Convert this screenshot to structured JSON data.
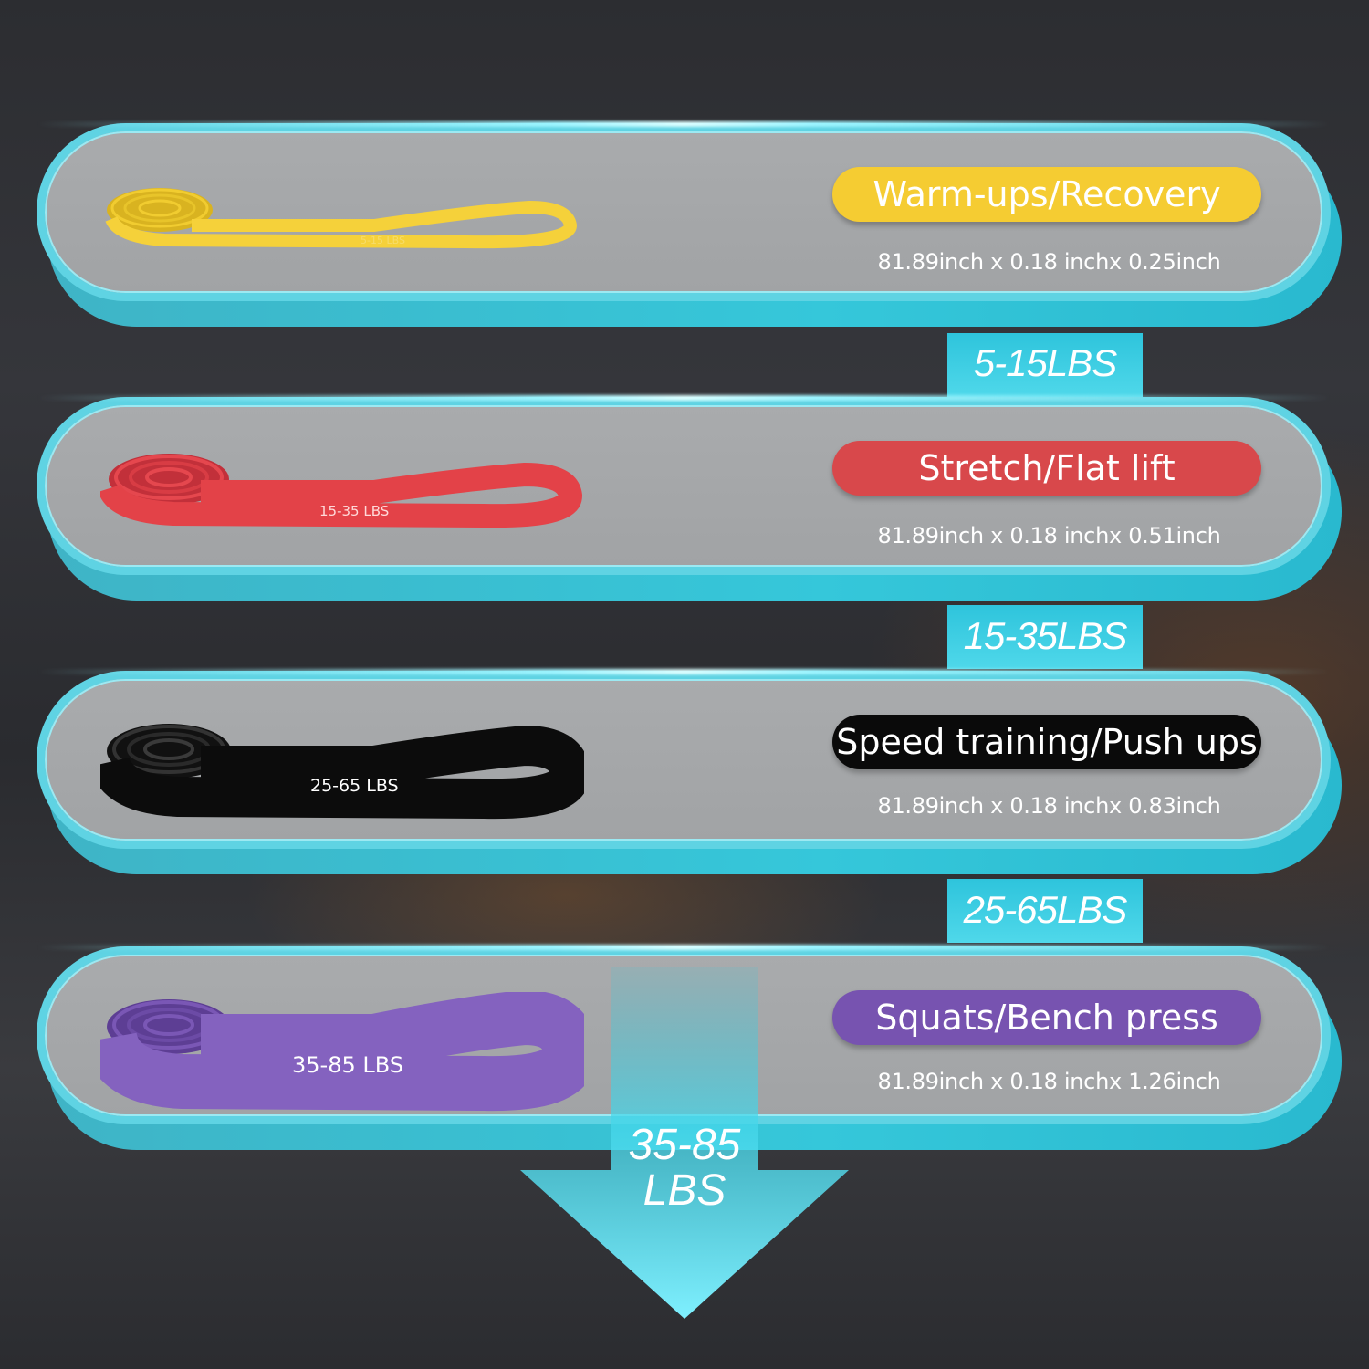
{
  "colors": {
    "accent": "#35c7da",
    "pill_fill": "#a6a8aa",
    "yellow": "#f5cc32",
    "red": "#d8484b",
    "black": "#0a0a0a",
    "purple": "#7753b0"
  },
  "bands": [
    {
      "use": "Warm-ups/Recovery",
      "dimensions": "81.89inch x 0.18 inchx 0.25inch",
      "band_label": "5-15 LBS",
      "weight": "5-15LBS",
      "color": "#f5cc32"
    },
    {
      "use": "Stretch/Flat lift",
      "dimensions": "81.89inch x 0.18 inchx 0.51inch",
      "band_label": "15-35 LBS",
      "weight": "15-35LBS",
      "color": "#d8484b"
    },
    {
      "use": "Speed training/Push ups",
      "dimensions": "81.89inch x 0.18 inchx 0.83inch",
      "band_label": "25-65 LBS",
      "weight": "25-65LBS",
      "color": "#0a0a0a"
    },
    {
      "use": "Squats/Bench press",
      "dimensions": "81.89inch x 0.18 inchx 1.26inch",
      "band_label": "35-85 LBS",
      "color": "#7753b0"
    }
  ],
  "final_weight": {
    "line1": "35-85",
    "line2": "LBS"
  }
}
